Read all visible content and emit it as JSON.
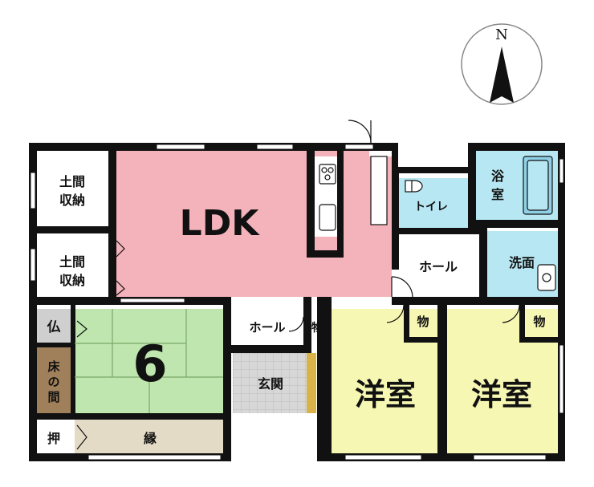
{
  "compass": {
    "north_label": "N"
  },
  "rooms": {
    "storage_1": {
      "line1": "土間",
      "line2": "収納"
    },
    "storage_2": {
      "line1": "土間",
      "line2": "収納"
    },
    "ldk": "LDK",
    "toilet": "トイレ",
    "bath": {
      "line1": "浴",
      "line2": "室"
    },
    "washroom": "洗面",
    "hall_east": "ホール",
    "hall_entry": "ホール",
    "closet_hall": "物",
    "closet_west": "物",
    "closet_east": "物",
    "butsu": "仏",
    "tokonoma": {
      "line1": "床",
      "line2": "の",
      "line3": "間"
    },
    "japanese_room": "6",
    "entrance": "玄関",
    "western_room_1": "洋室",
    "western_room_2": "洋室",
    "oshiire": "押",
    "engawa": "縁"
  },
  "colors": {
    "ldk": "#f4b2ba",
    "japanese_room": "#bfe6ae",
    "tokonoma": "#a0805a",
    "western_room": "#f7f7b4",
    "wet_area": "#b7e7f2",
    "engawa": "#e4dbc7",
    "entrance": "#d7d7d7",
    "butsu": "#cfcfcf",
    "wall": "#111111"
  }
}
